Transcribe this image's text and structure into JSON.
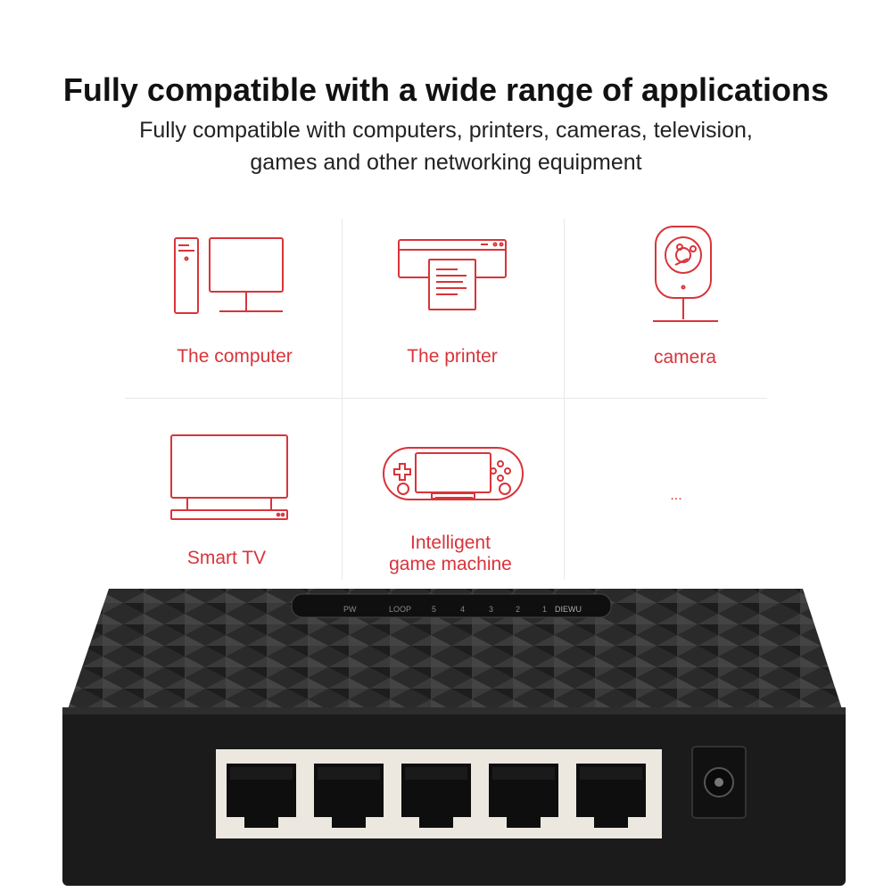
{
  "heading": "Fully compatible with a wide range of applications",
  "subheading_line1": "Fully compatible with computers, printers, cameras, television,",
  "subheading_line2": "games and other networking equipment",
  "accent_color": "#d8343a",
  "devices": [
    {
      "label": "The computer",
      "icon": "computer-icon"
    },
    {
      "label": "The printer",
      "icon": "printer-icon"
    },
    {
      "label": "camera",
      "icon": "camera-icon"
    },
    {
      "label": "Smart TV",
      "icon": "tv-icon"
    },
    {
      "label": "Intelligent",
      "label2": "game machine",
      "icon": "gamepad-icon"
    },
    {
      "label": "...",
      "icon": "more-icon"
    }
  ],
  "switch_panel": {
    "pw": "PW",
    "loop": "LOOP",
    "ports": [
      "5",
      "4",
      "3",
      "2",
      "1"
    ],
    "brand": "DIEWU"
  }
}
